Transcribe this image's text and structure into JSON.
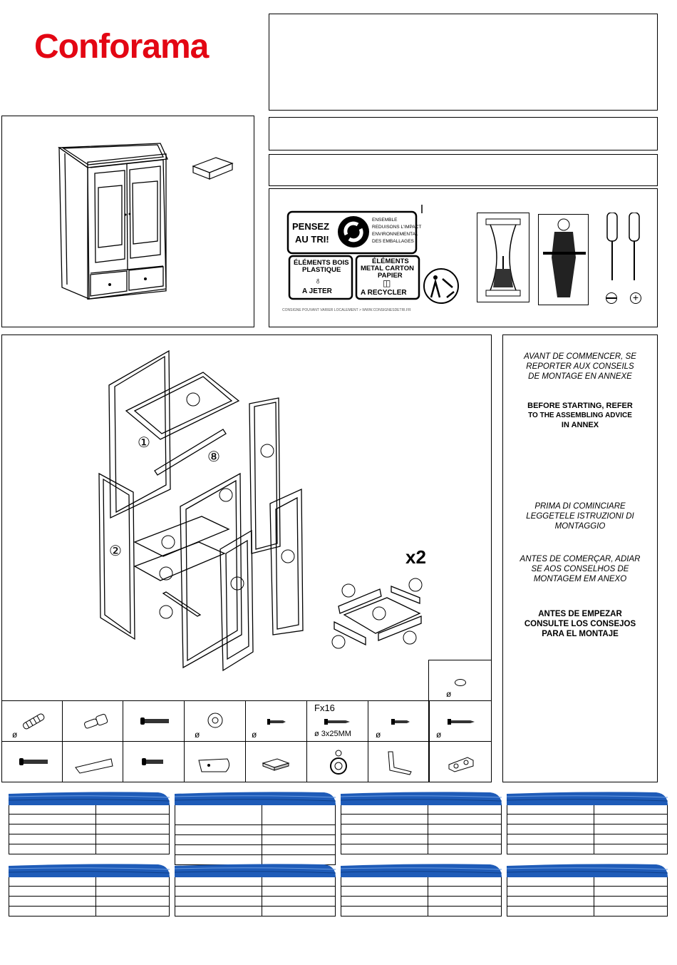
{
  "brand": {
    "name": "Conforama",
    "color": "#e30613"
  },
  "accent_blue": "#1e5bb8",
  "eco_label": {
    "pensez": "PENSEZ",
    "au_tri": "AU TRI!",
    "impact_lines": [
      "ENSEMBLE",
      "REDUISONS L'IMPACT",
      "ENVIRONNEMENTAL",
      "DES EMBALLAGES"
    ],
    "bois_title_1": "ÉLÉMENTS BOIS",
    "bois_title_2": "PLASTIQUE",
    "bois_action": "A JETER",
    "metal_title_1": "ÉLÉMENTS",
    "metal_title_2": "METAL CARTON",
    "metal_title_3": "PAPIER",
    "metal_action": "A RECYCLER",
    "footer": "CONSIGNE POUVANT VARIER LOCALEMENT > WWW.CONSIGNESDETRI.FR"
  },
  "notices": {
    "fr": "AVANT DE COMMENCER, SE REPORTER AUX CONSEILS DE MONTAGE  EN ANNEXE",
    "en_1": "BEFORE STARTING, REFER",
    "en_2": "TO THE ASSEMBLING ADVICE",
    "en_3": "IN ANNEX",
    "it": "PRIMA DI COMINCIARE LEGGETELE ISTRUZIONI DI MONTAGGIO",
    "pt": "ANTES DE COMERÇAR, ADIAR SE AOS CONSELHOS DE MONTAGEM EM ANEXO",
    "es": "ANTES DE EMPEZAR CONSULTE LOS CONSEJOS PARA EL MONTAJE"
  },
  "diagram": {
    "part_1": "①",
    "part_2": "②",
    "part_8": "⑧",
    "drawer_multiplier": "x2"
  },
  "hardware": {
    "diameter": "ø",
    "screw_count": "Fx16",
    "screw_size": "ø  3x25MM"
  }
}
